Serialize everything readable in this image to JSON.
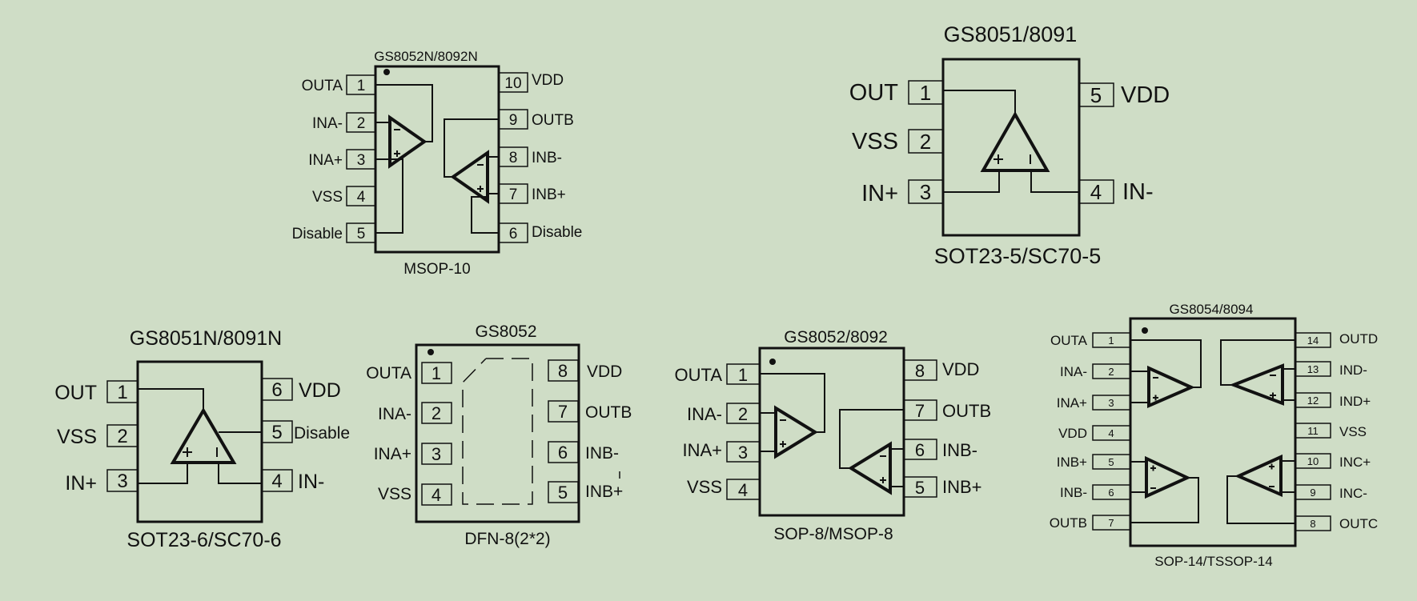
{
  "packages": [
    {
      "id": "msop10",
      "part": "GS8052N/8092N",
      "package": "MSOP-10",
      "pins": [
        {
          "num": "1",
          "name": "OUTA"
        },
        {
          "num": "2",
          "name": "INA-"
        },
        {
          "num": "3",
          "name": "INA+"
        },
        {
          "num": "4",
          "name": "VSS"
        },
        {
          "num": "5",
          "name": "Disable"
        },
        {
          "num": "6",
          "name": "Disable"
        },
        {
          "num": "7",
          "name": "INB+"
        },
        {
          "num": "8",
          "name": "INB-"
        },
        {
          "num": "9",
          "name": "OUTB"
        },
        {
          "num": "10",
          "name": "VDD"
        }
      ]
    },
    {
      "id": "sot23-5",
      "part": "GS8051/8091",
      "package": "SOT23-5/SC70-5",
      "pins": [
        {
          "num": "1",
          "name": "OUT"
        },
        {
          "num": "2",
          "name": "VSS"
        },
        {
          "num": "3",
          "name": "IN+"
        },
        {
          "num": "4",
          "name": "IN-"
        },
        {
          "num": "5",
          "name": "VDD"
        }
      ]
    },
    {
      "id": "sot23-6",
      "part": "GS8051N/8091N",
      "package": "SOT23-6/SC70-6",
      "pins": [
        {
          "num": "1",
          "name": "OUT"
        },
        {
          "num": "2",
          "name": "VSS"
        },
        {
          "num": "3",
          "name": "IN+"
        },
        {
          "num": "4",
          "name": "IN-"
        },
        {
          "num": "5",
          "name": "Disable"
        },
        {
          "num": "6",
          "name": "VDD"
        }
      ]
    },
    {
      "id": "dfn8",
      "part": "GS8052",
      "package": "DFN-8(2*2)",
      "pins": [
        {
          "num": "1",
          "name": "OUTA"
        },
        {
          "num": "2",
          "name": "INA-"
        },
        {
          "num": "3",
          "name": "INA+"
        },
        {
          "num": "4",
          "name": "VSS"
        },
        {
          "num": "5",
          "name": "INB+"
        },
        {
          "num": "6",
          "name": "INB-"
        },
        {
          "num": "7",
          "name": "OUTB"
        },
        {
          "num": "8",
          "name": "VDD"
        }
      ]
    },
    {
      "id": "sop8",
      "part": "GS8052/8092",
      "package": "SOP-8/MSOP-8",
      "pins": [
        {
          "num": "1",
          "name": "OUTA"
        },
        {
          "num": "2",
          "name": "INA-"
        },
        {
          "num": "3",
          "name": "INA+"
        },
        {
          "num": "4",
          "name": "VSS"
        },
        {
          "num": "5",
          "name": "INB+"
        },
        {
          "num": "6",
          "name": "INB-"
        },
        {
          "num": "7",
          "name": "OUTB"
        },
        {
          "num": "8",
          "name": "VDD"
        }
      ]
    },
    {
      "id": "sop14",
      "part": "GS8054/8094",
      "package": "SOP-14/TSSOP-14",
      "pins": [
        {
          "num": "1",
          "name": "OUTA"
        },
        {
          "num": "2",
          "name": "INA-"
        },
        {
          "num": "3",
          "name": "INA+"
        },
        {
          "num": "4",
          "name": "VDD"
        },
        {
          "num": "5",
          "name": "INB+"
        },
        {
          "num": "6",
          "name": "INB-"
        },
        {
          "num": "7",
          "name": "OUTB"
        },
        {
          "num": "8",
          "name": "OUTC"
        },
        {
          "num": "9",
          "name": "INC-"
        },
        {
          "num": "10",
          "name": "INC+"
        },
        {
          "num": "11",
          "name": "VSS"
        },
        {
          "num": "12",
          "name": "IND+"
        },
        {
          "num": "13",
          "name": "IND-"
        },
        {
          "num": "14",
          "name": "OUTD"
        }
      ]
    }
  ]
}
